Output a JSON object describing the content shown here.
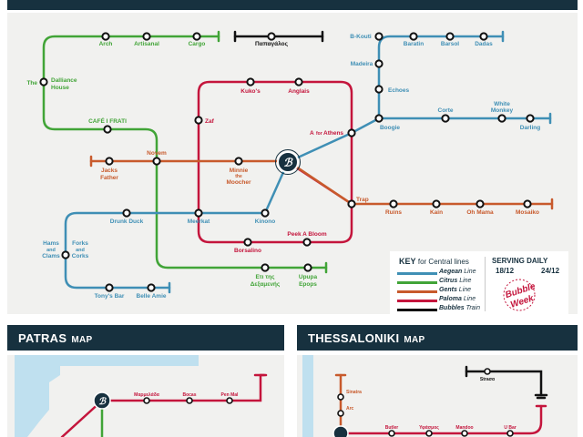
{
  "colors": {
    "aegean": "#3f8fb5",
    "citrus": "#41a437",
    "gents": "#c85a2c",
    "paloma": "#c4153c",
    "bubbles": "#111111",
    "header": "#17313f"
  },
  "main": {
    "stations": {
      "arch": "Arch",
      "artisanal": "Artisanal",
      "cargo": "Cargo",
      "papagalos": "Παπαγάλος",
      "b_kouti": "B-Kouti",
      "baratin": "Baratin",
      "barsol": "Barsol",
      "dadas": "Dadas",
      "the": "The",
      "dalliance_1": "Dalliance",
      "dalliance_2": "House",
      "madeira": "Madeira",
      "kukos": "Kuko's",
      "anglais": "Anglais",
      "echoes": "Echoes",
      "zaf": "Zaf",
      "corte": "Corte",
      "white_monkey_1": "White",
      "white_monkey_2": "Monkey",
      "cafe_frati": "CAFÉ I FRATI",
      "boogie": "Boogie",
      "darling": "Darling",
      "athens_1": "A",
      "athens_2": "for",
      "athens_3": "Athens",
      "novem": "Novem",
      "jacks_1": "Jacks",
      "jacks_2": "Father",
      "minnie_1": "Minnie",
      "minnie_2": "the",
      "minnie_3": "Moocher",
      "trap": "Trap",
      "drunk_duck": "Drunk Duck",
      "meerkat": "Meerkat",
      "kinono": "Kinono",
      "ruins": "Ruins",
      "kain": "Kain",
      "oh_mama": "Oh Mama",
      "mosaiko": "Mosaiko",
      "peek_a_boom": "Peek A Bloom",
      "borsalino": "Borsalino",
      "hams_1": "Hams",
      "hams_2": "and",
      "hams_3": "Clams",
      "forks_1": "Forks",
      "forks_2": "and",
      "forks_3": "Corks",
      "tonys_bar": "Tony's Bar",
      "belle_amie": "Belle Amie",
      "eti_1": "Ετι της",
      "eti_2": "Δεξαμενής",
      "upupa_1": "Upupa",
      "upupa_2": "Epops"
    }
  },
  "key": {
    "title": "KEY",
    "title_sub": "for Central lines",
    "lines": [
      {
        "name": "Aegean",
        "word": "Line",
        "color": "#3f8fb5"
      },
      {
        "name": "Citrus",
        "word": "Line",
        "color": "#41a437"
      },
      {
        "name": "Gents",
        "word": "Line",
        "color": "#c85a2c"
      },
      {
        "name": "Paloma",
        "word": "Line",
        "color": "#c4153c"
      },
      {
        "name": "Bubbles",
        "word": "Train",
        "color": "#111111"
      }
    ],
    "serving": "SERVING DAILY",
    "date_from": "18/12",
    "date_to": "24/12",
    "logo_1": "Bubble",
    "logo_2": "Week"
  },
  "patras": {
    "title": "PATRAS",
    "suffix": "MAP",
    "stations": {
      "s1": "Μαρμελάδα",
      "s2": "Bocas",
      "s3": "Pen Mal"
    }
  },
  "thessaloniki": {
    "title": "THESSALONIKI",
    "suffix": "MAP",
    "stations": {
      "sinatra": "Sinatra",
      "arc": "Arc",
      "butler": "Butler",
      "yfasmos": "Υφάσμος",
      "mandoo": "Mandoo",
      "ubar": "U Bar",
      "strata": "Straσα"
    }
  }
}
